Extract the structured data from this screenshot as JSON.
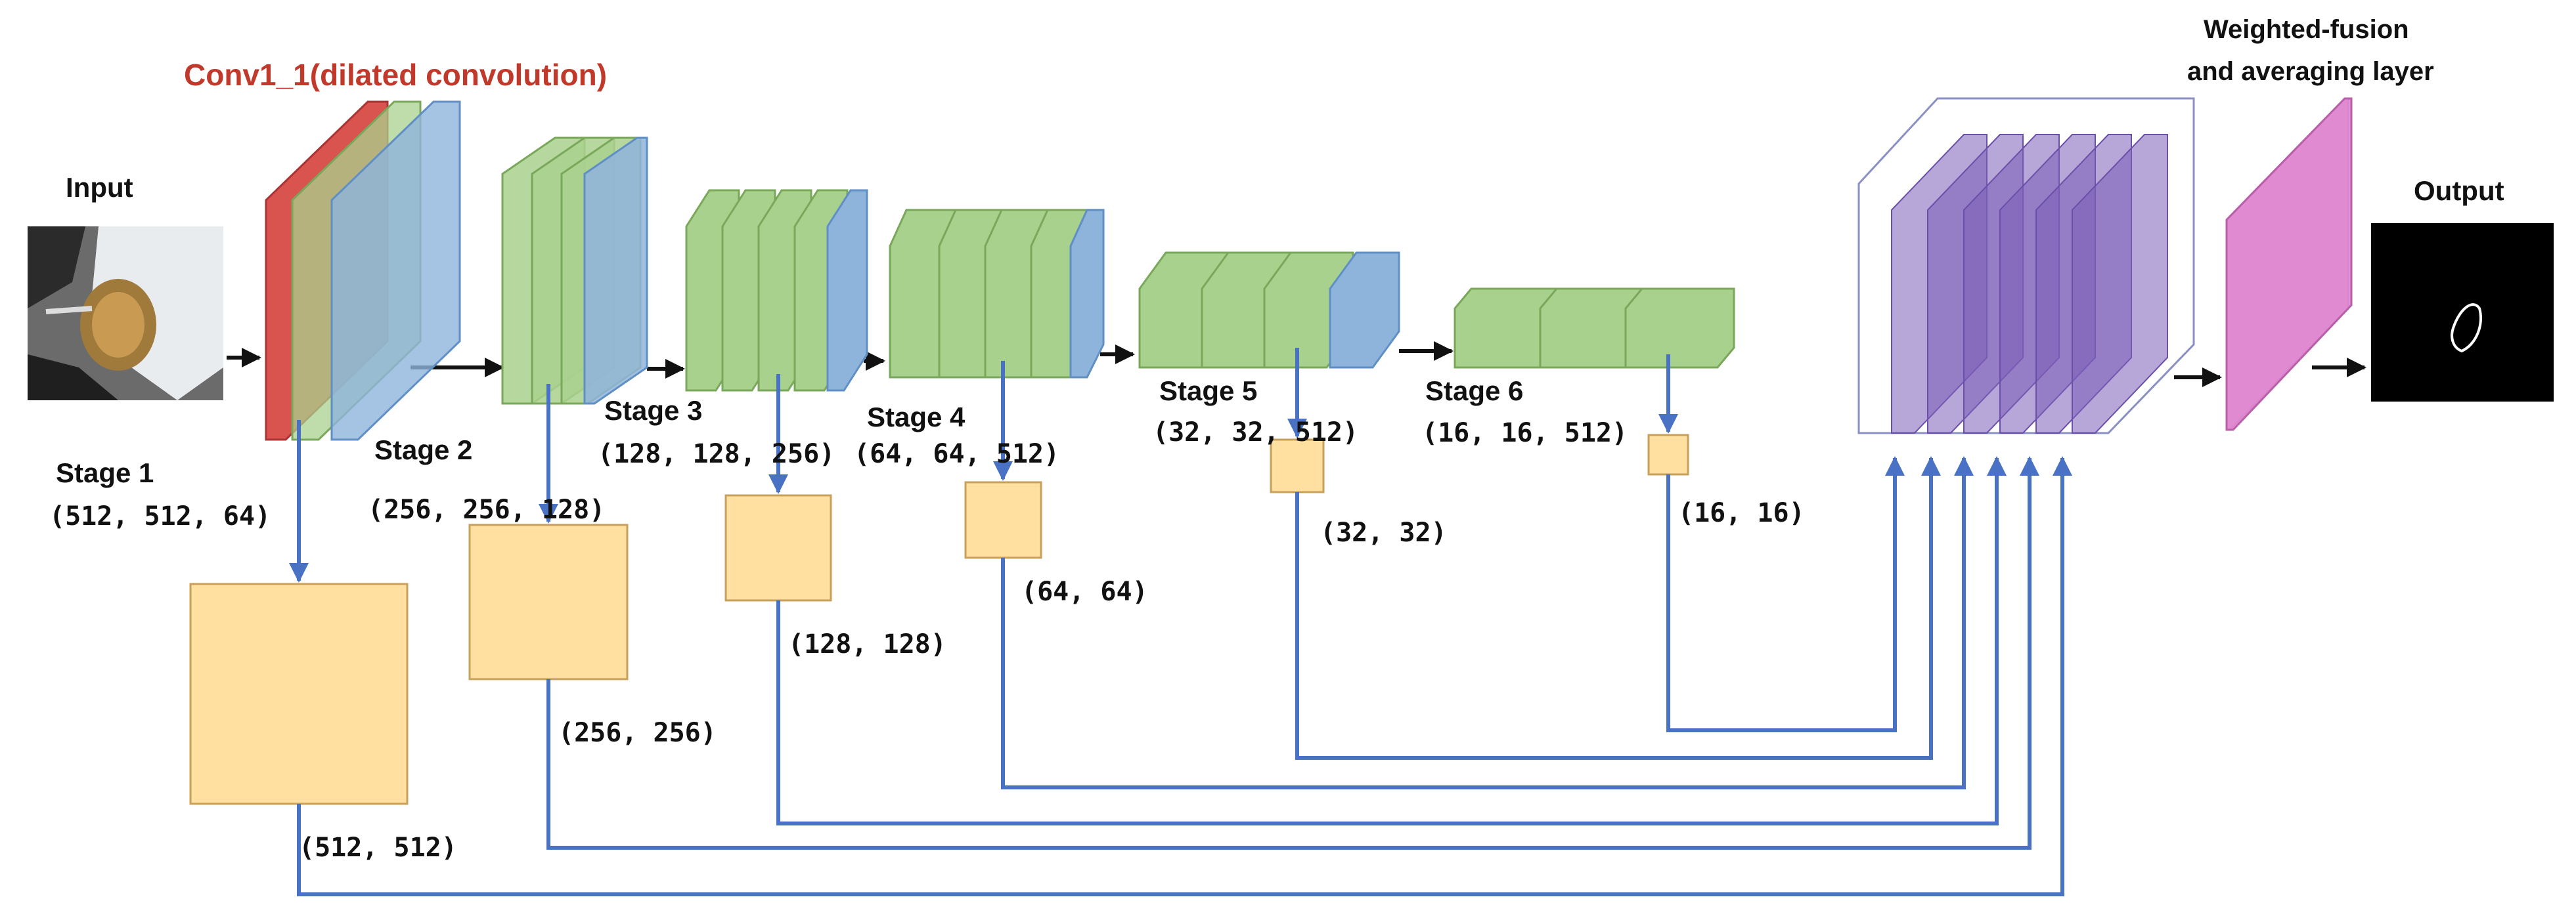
{
  "colors": {
    "arrow_blue": "#4a72c4",
    "arrow_black": "#111111",
    "green_fill": "#a9d18e",
    "green_stroke": "#7aa85a",
    "blue_fill": "#8fb4dc",
    "blue_stroke": "#5f8fc4",
    "red_fill": "#d9534f",
    "orange_fill": "#ffe0a0",
    "orange_stroke": "#c9a05a",
    "purple_fill": "#7b5cb8",
    "pink_fill": "#e08ad0",
    "title_red": "#c0392b"
  },
  "header": {
    "conv_title": "Conv1_1(dilated convolution)",
    "fusion_line1": "Weighted-fusion",
    "fusion_line2": "and averaging layer"
  },
  "input": {
    "label": "Input"
  },
  "output": {
    "label": "Output"
  },
  "stages": [
    {
      "name": "Stage 1",
      "dims": "(512, 512, 64)",
      "map_dims": "(512, 512)"
    },
    {
      "name": "Stage 2",
      "dims": "(256, 256, 128)",
      "map_dims": "(256, 256)"
    },
    {
      "name": "Stage 3",
      "dims": "(128, 128, 256)",
      "map_dims": "(128, 128)"
    },
    {
      "name": "Stage 4",
      "dims": "(64, 64, 512)",
      "map_dims": "(64, 64)"
    },
    {
      "name": "Stage 5",
      "dims": "(32, 32, 512)",
      "map_dims": "(32, 32)"
    },
    {
      "name": "Stage 6",
      "dims": "(16, 16, 512)",
      "map_dims": "(16, 16)"
    }
  ]
}
